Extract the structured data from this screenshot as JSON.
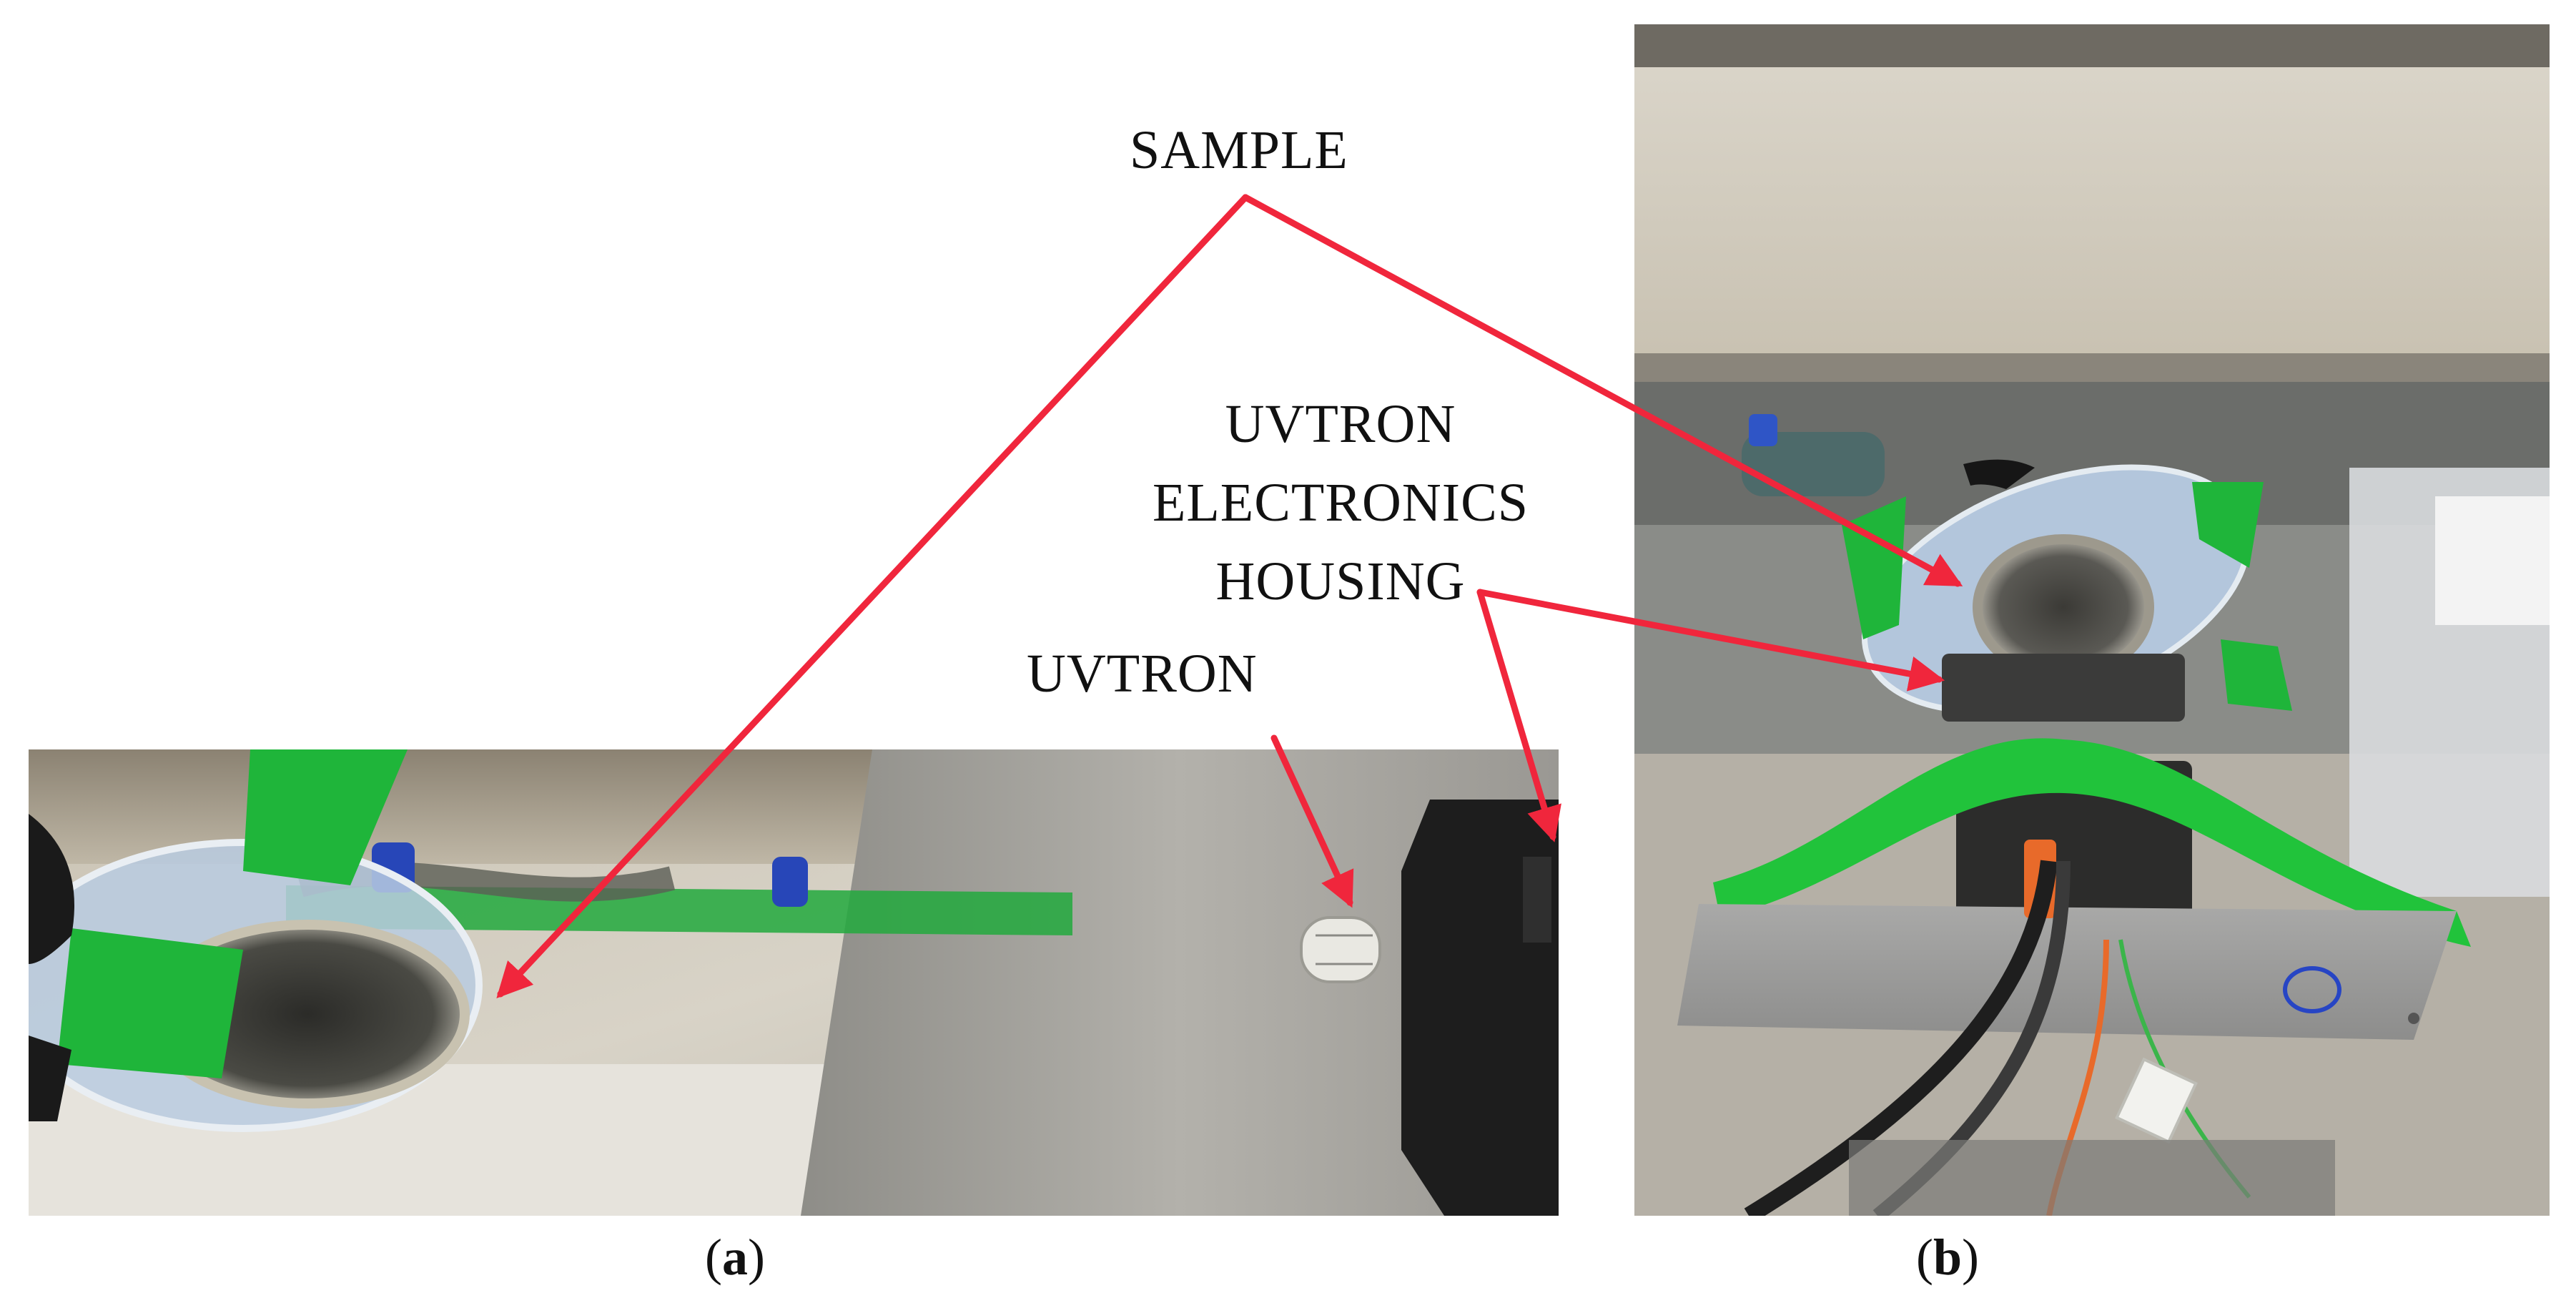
{
  "labels": {
    "sample": "SAMPLE",
    "uvtron_housing_line1": "UVTRON",
    "uvtron_housing_line2": "ELECTRONICS",
    "uvtron_housing_line3": "HOUSING",
    "uvtron": "UVTRON"
  },
  "captions": {
    "a_open": "(",
    "a_letter": "a",
    "a_close": ")",
    "b_open": "(",
    "b_letter": "b",
    "b_close": ")"
  },
  "colors": {
    "arrow": "#f0263c",
    "tape": "#19c23a",
    "background": "#ffffff"
  }
}
